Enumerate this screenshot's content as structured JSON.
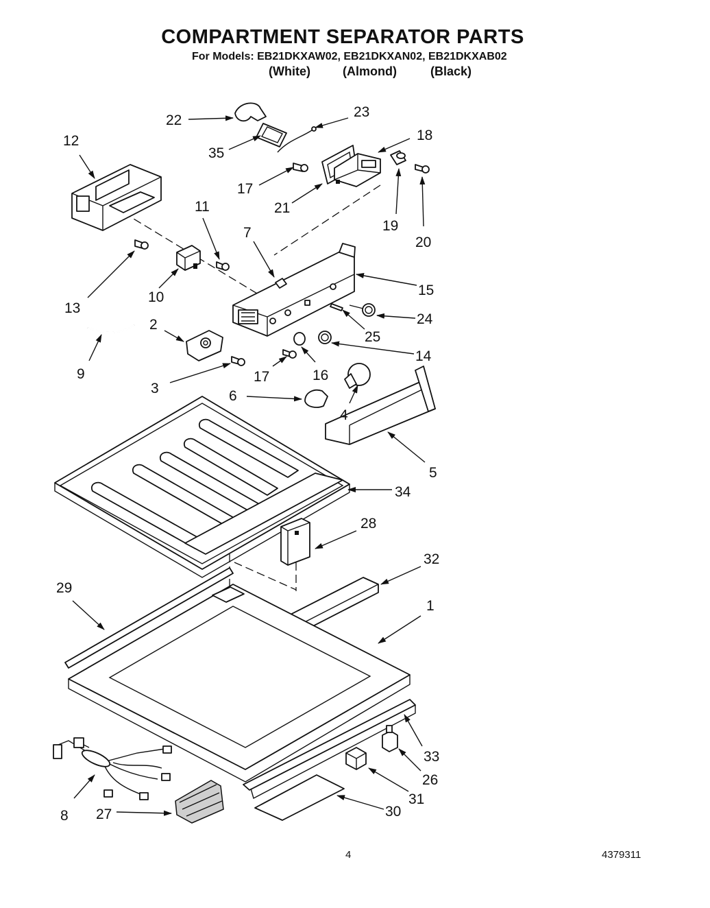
{
  "header": {
    "title": "COMPARTMENT SEPARATOR PARTS",
    "models": "For Models: EB21DKXAW02, EB21DKXAN02, EB21DKXAB02",
    "colors": [
      "(White)",
      "(Almond)",
      "(Black)"
    ]
  },
  "callouts": [
    "1",
    "2",
    "3",
    "4",
    "5",
    "6",
    "7",
    "8",
    "9",
    "10",
    "11",
    "12",
    "13",
    "14",
    "15",
    "16",
    "17",
    "17",
    "18",
    "19",
    "20",
    "21",
    "22",
    "23",
    "24",
    "25",
    "26",
    "27",
    "28",
    "29",
    "30",
    "31",
    "32",
    "33",
    "34",
    "35"
  ],
  "footer": {
    "page_number": "4",
    "document_number": "4379311"
  }
}
